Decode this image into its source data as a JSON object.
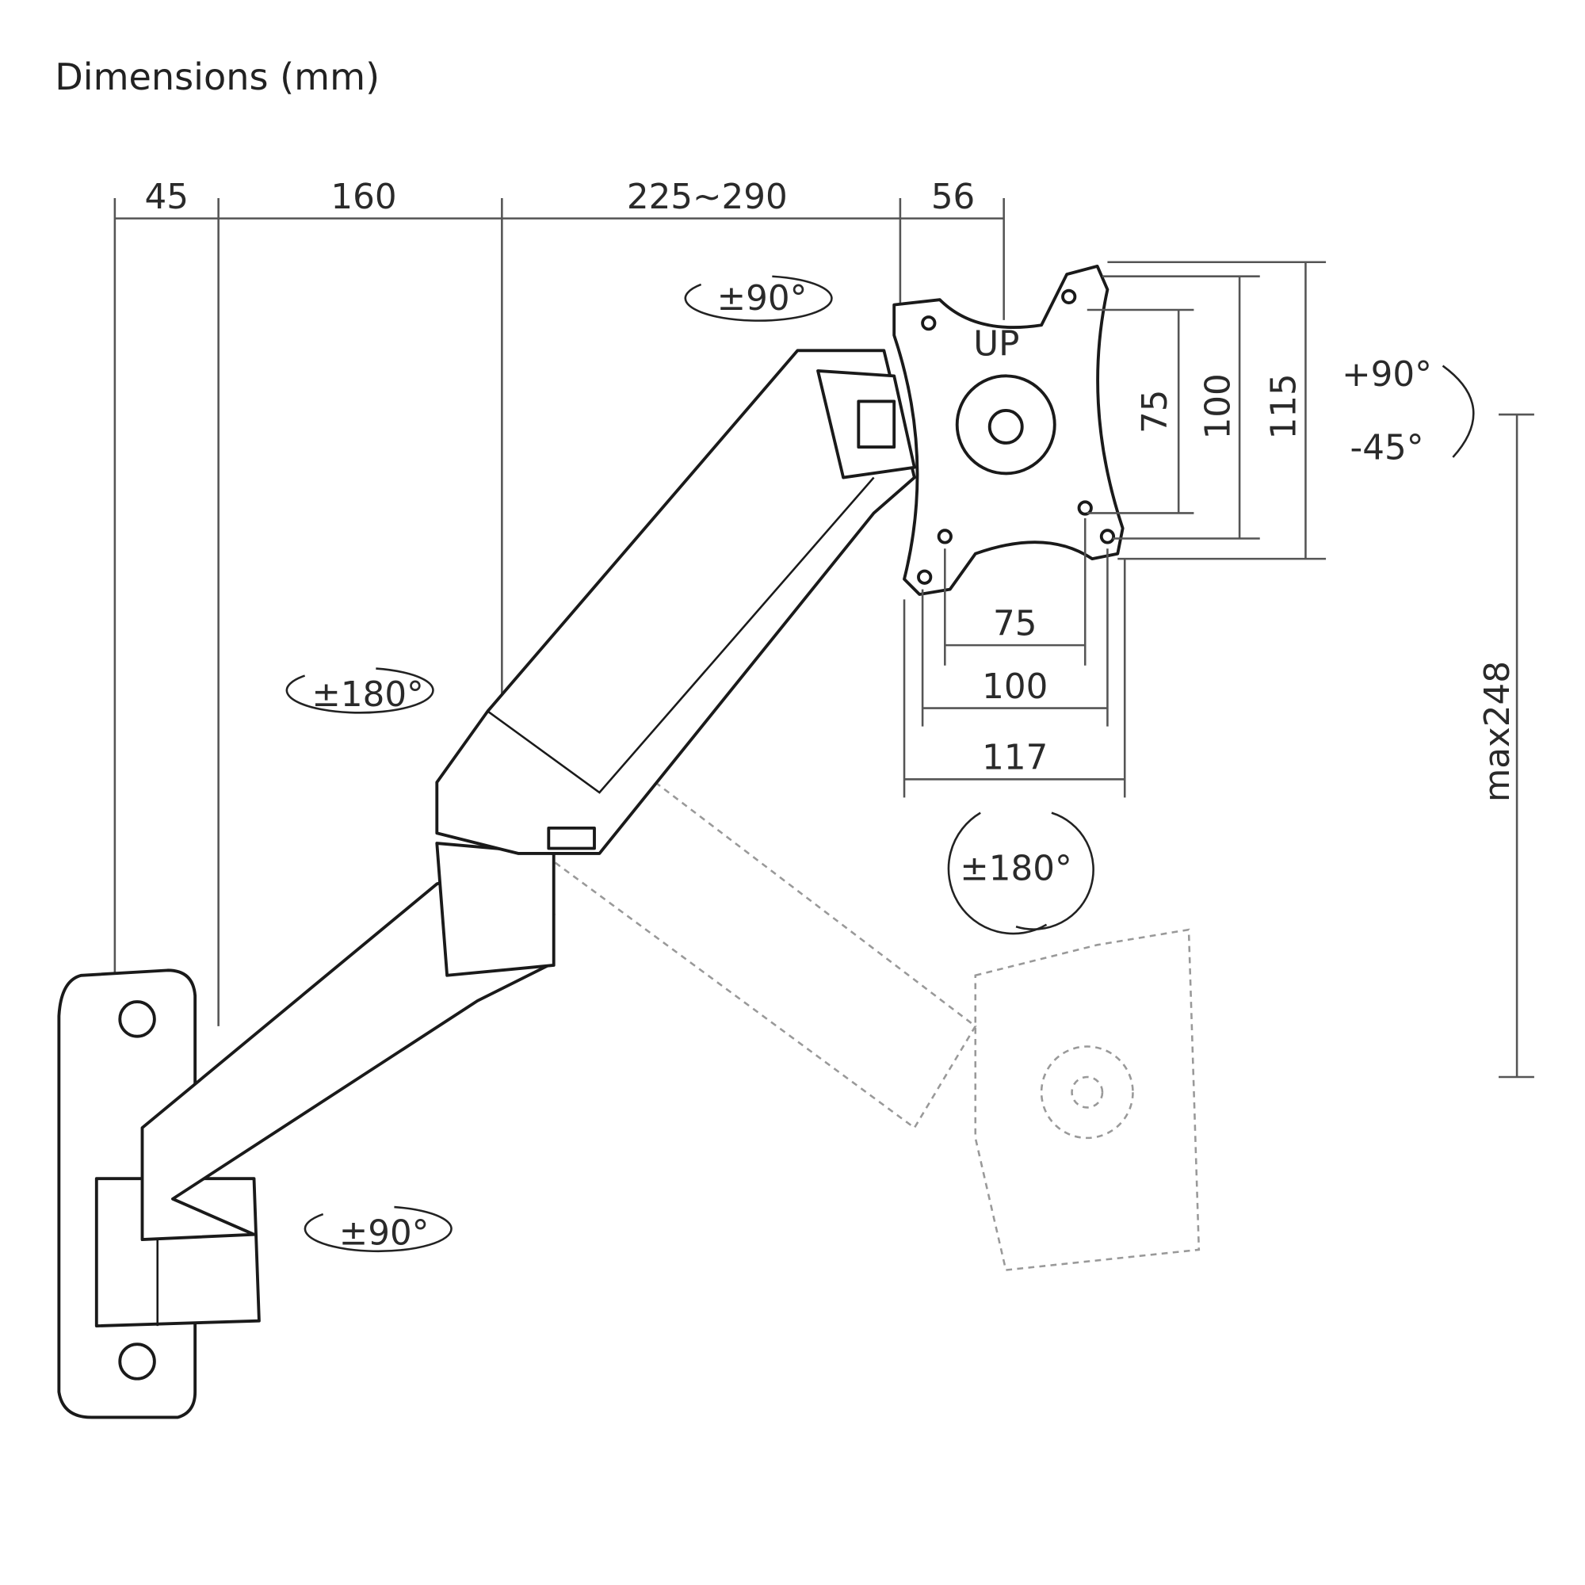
{
  "title": "Dimensions (mm)",
  "top_dimensions": [
    "45",
    "160",
    "225~290",
    "56"
  ],
  "rotations": {
    "tilt_top": "±90°",
    "arm_swivel": "±180°",
    "rotate_plate": "±180°",
    "wall_swivel": "±90°",
    "tilt_up": "+90°",
    "tilt_down": "-45°"
  },
  "vesa": {
    "vertical": [
      "75",
      "100",
      "115"
    ],
    "horizontal": [
      "75",
      "100",
      "117"
    ],
    "up_label": "UP"
  },
  "height_range": "max248"
}
